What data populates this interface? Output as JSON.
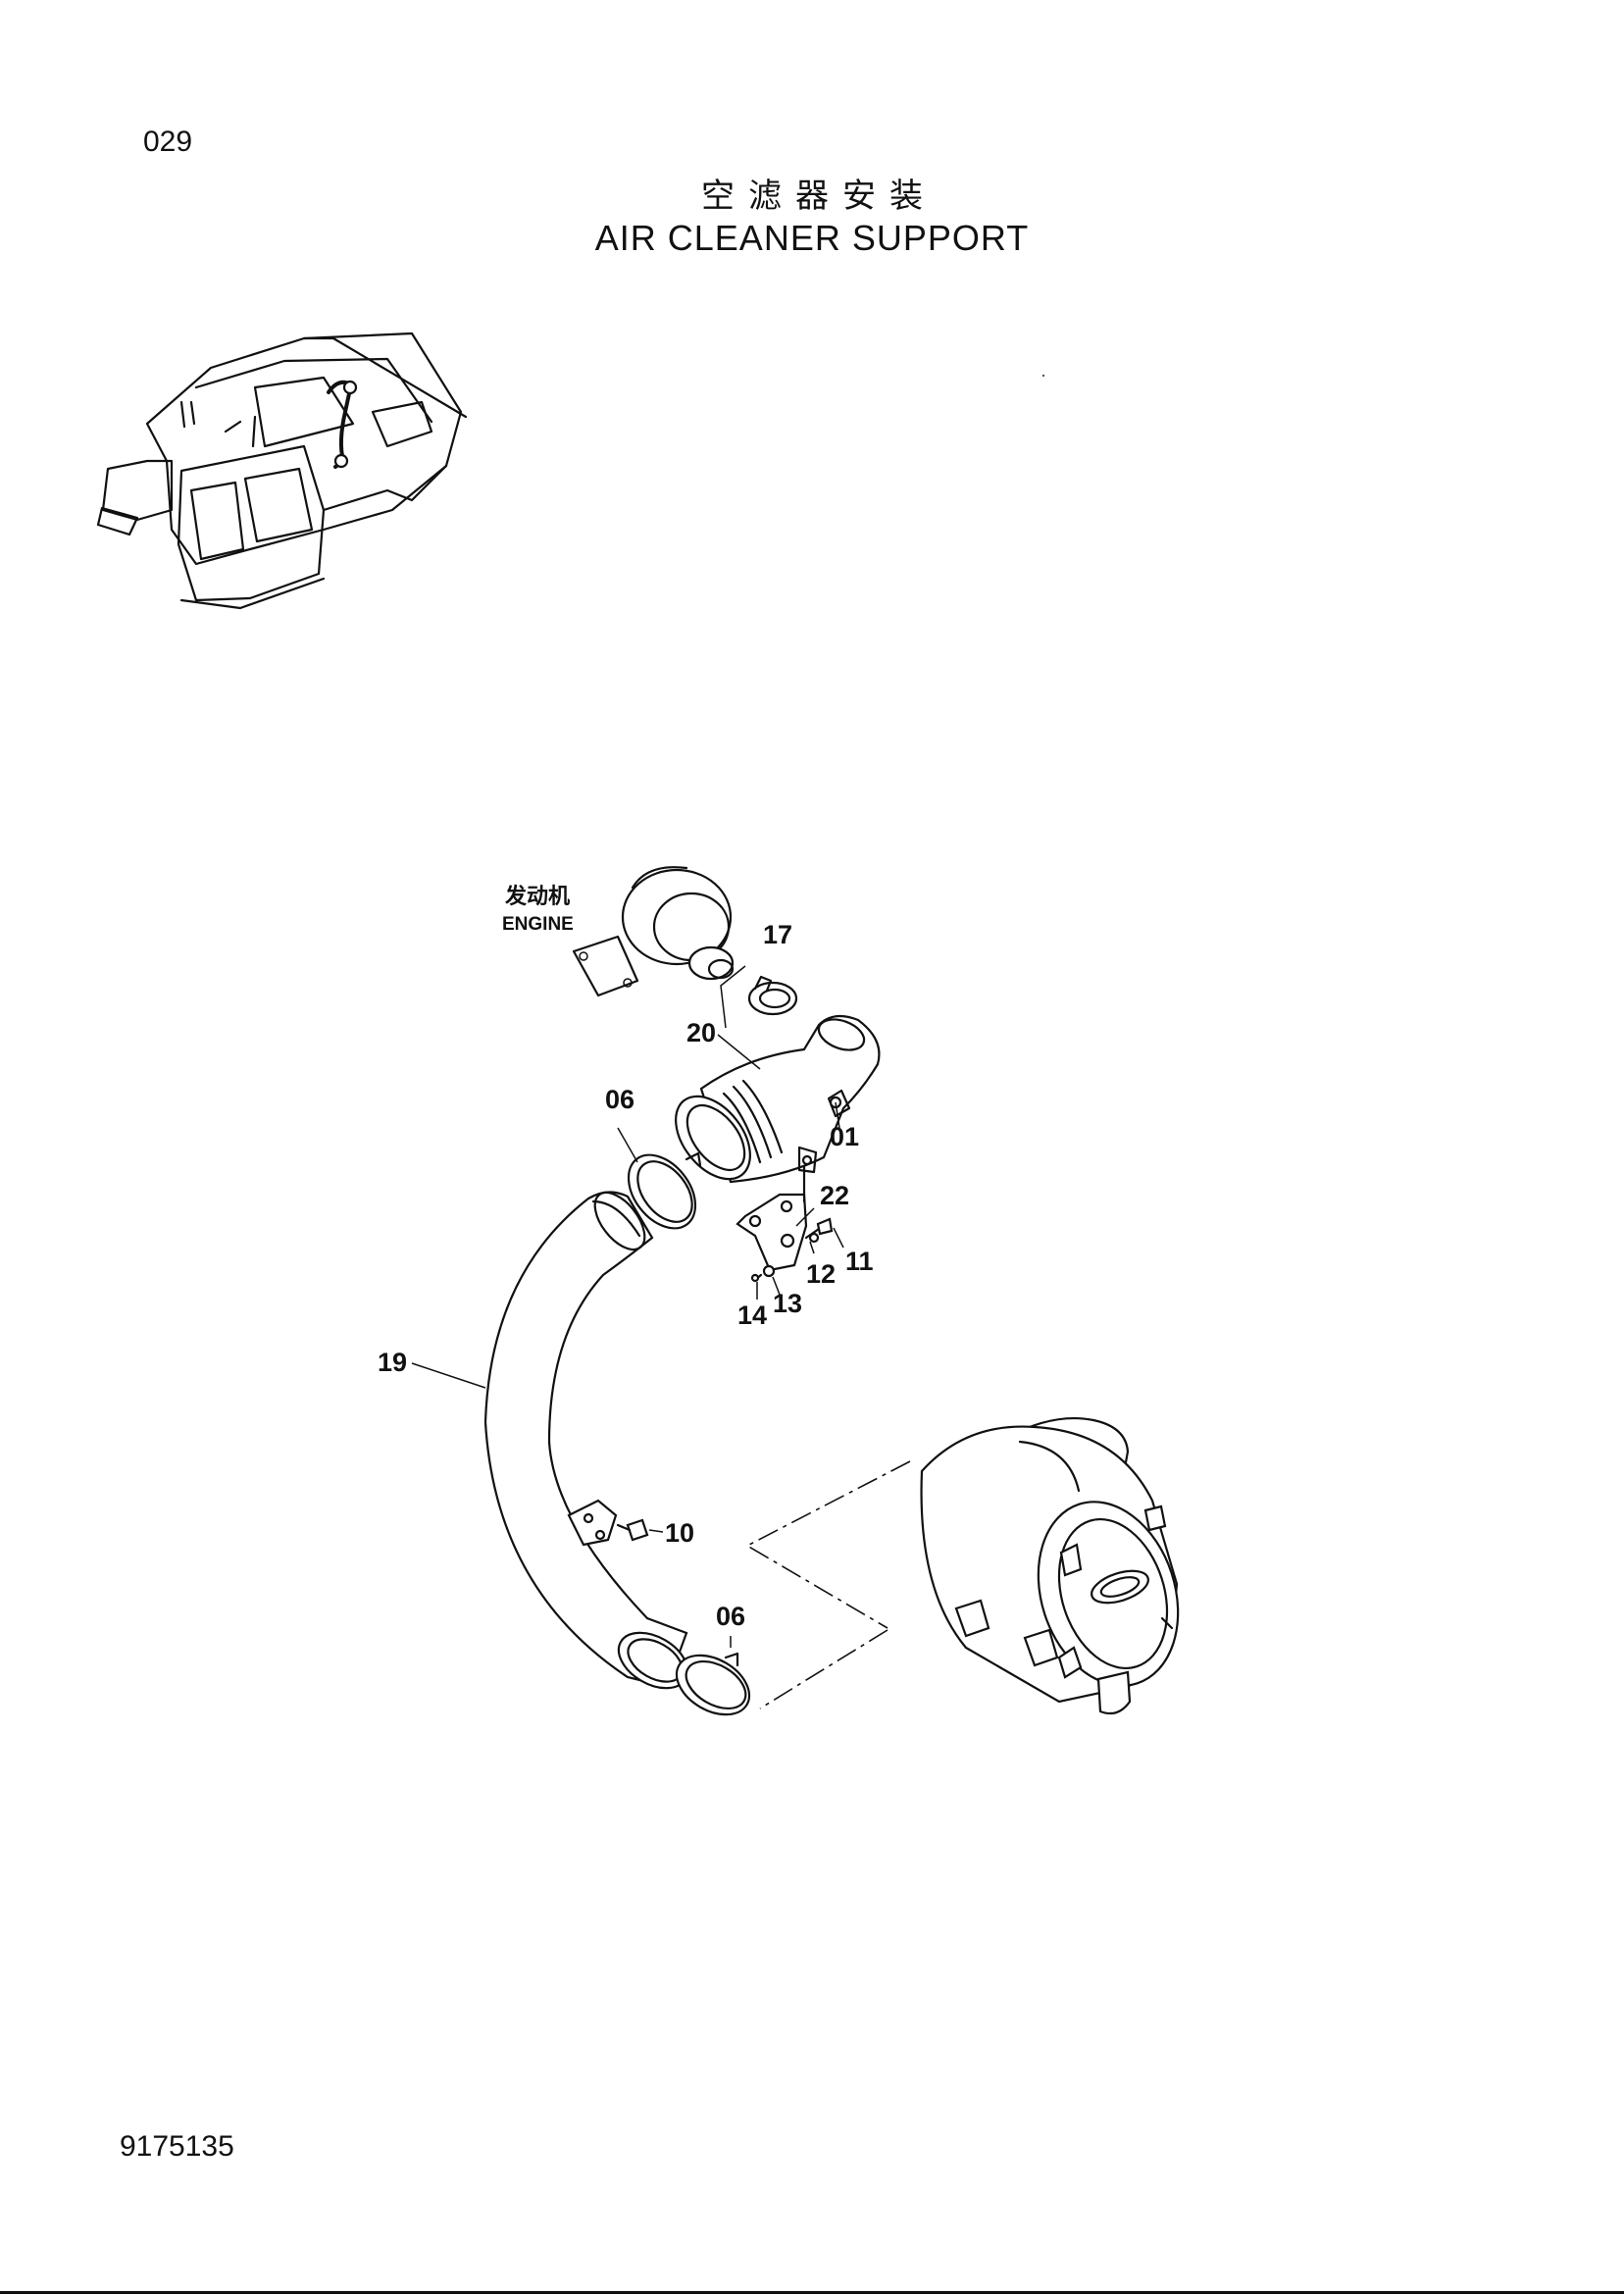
{
  "page_number": "029",
  "title_cn": "空滤器安装",
  "title_en": "AIR CLEANER SUPPORT",
  "doc_number": "9175135",
  "engine_label_cn": "发动机",
  "engine_label_en": "ENGINE",
  "callouts": {
    "p01": "01",
    "p06a": "06",
    "p06b": "06",
    "p10": "10",
    "p11": "11",
    "p12": "12",
    "p13": "13",
    "p14": "14",
    "p17": "17",
    "p19": "19",
    "p20": "20",
    "p22": "22"
  },
  "icons": [
    "excavator-location-icon",
    "engine-turbo-icon",
    "air-cleaner-icon"
  ]
}
